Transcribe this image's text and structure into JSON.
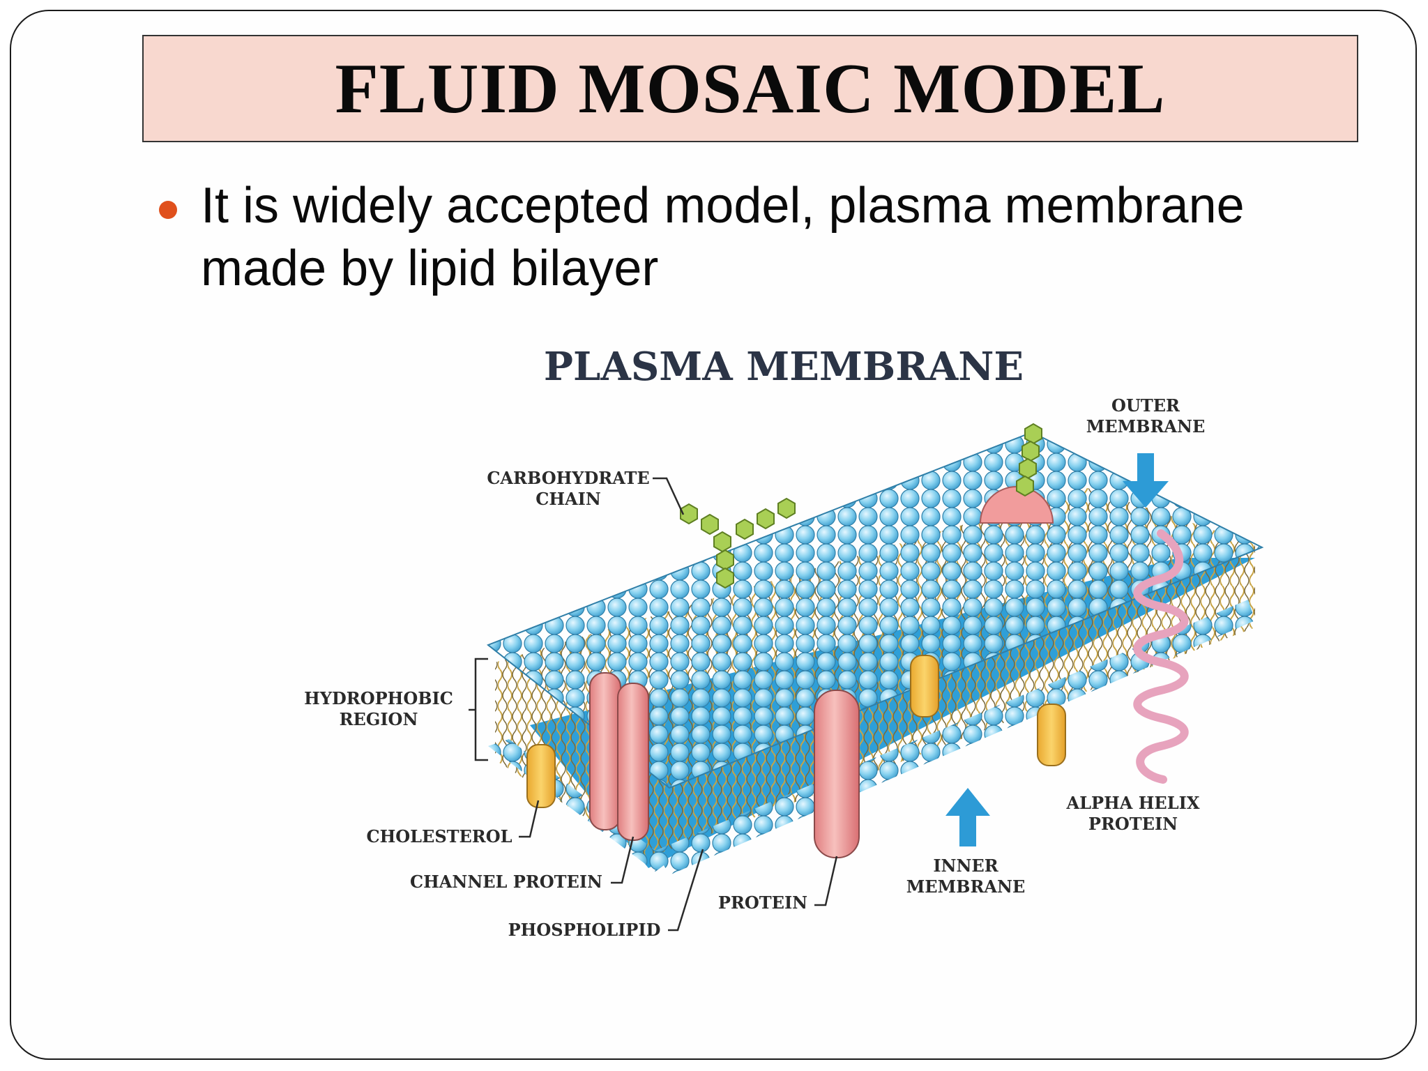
{
  "slide": {
    "title": "FLUID MOSAIC MODEL",
    "bullet": "It is widely accepted model, plasma membrane made by lipid bilayer"
  },
  "diagram": {
    "title": "PLASMA MEMBRANE",
    "labels": {
      "carbohydrate_chain": [
        "CARBOHYDRATE",
        "CHAIN"
      ],
      "outer_membrane": [
        "OUTER",
        "MEMBRANE"
      ],
      "hydrophobic_region": [
        "HYDROPHOBIC",
        "REGION"
      ],
      "cholesterol": "CHOLESTEROL",
      "channel_protein": "CHANNEL PROTEIN",
      "phospholipid": "PHOSPHOLIPID",
      "protein": "PROTEIN",
      "inner_membrane": [
        "INNER",
        "MEMBRANE"
      ],
      "alpha_helix_protein": [
        "ALPHA HELIX",
        "PROTEIN"
      ]
    }
  },
  "colors": {
    "title_background": "#f8d8cf",
    "bullet": "#e0501c",
    "lipid_head": "#7fcdec",
    "membrane_blue": "#2e9fd8",
    "tail": "#c8a444",
    "protein_pink": "#f0a2a2",
    "cholesterol": "#f5c452",
    "carbohydrate": "#9cc64a",
    "arrow": "#2d9bd6"
  }
}
